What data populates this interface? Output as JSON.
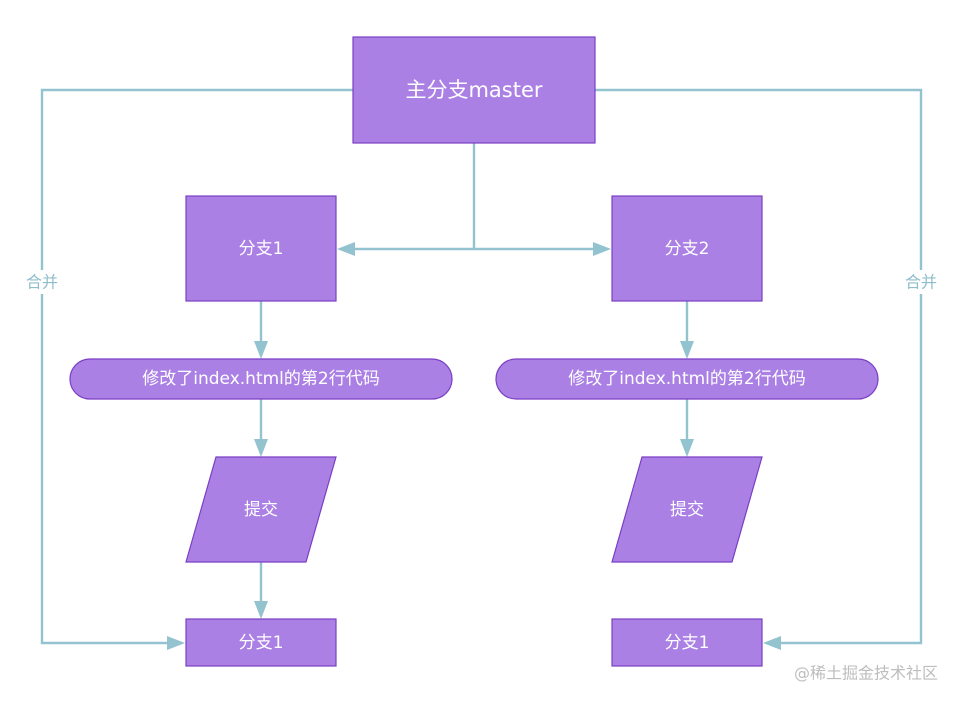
{
  "diagram": {
    "master": "主分支master",
    "branch1": "分支1",
    "branch2": "分支2",
    "modify_left": "修改了index.html的第2行代码",
    "modify_right": "修改了index.html的第2行代码",
    "commit_left": "提交",
    "commit_right": "提交",
    "bottom_left": "分支1",
    "bottom_right": "分支1",
    "merge_left": "合并",
    "merge_right": "合并"
  },
  "watermark": "@稀土掘金技术社区",
  "colors": {
    "node_fill": "#ab80e4",
    "node_stroke": "#7a3fc4",
    "edge": "#92c3cf",
    "text": "#ffffff"
  }
}
